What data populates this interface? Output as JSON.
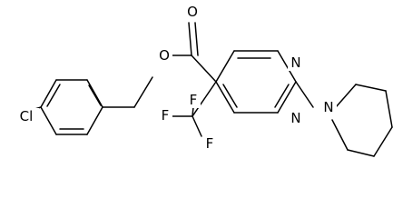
{
  "molecule": {
    "atoms": {
      "cl": "Cl",
      "o_ester": "O",
      "o_carbonyl": "O",
      "n_ring_top": "N",
      "n_ring_bottom": "N",
      "n_piperidine": "N",
      "f_left": "F",
      "f_top": "F",
      "f_bottom": "F"
    }
  }
}
